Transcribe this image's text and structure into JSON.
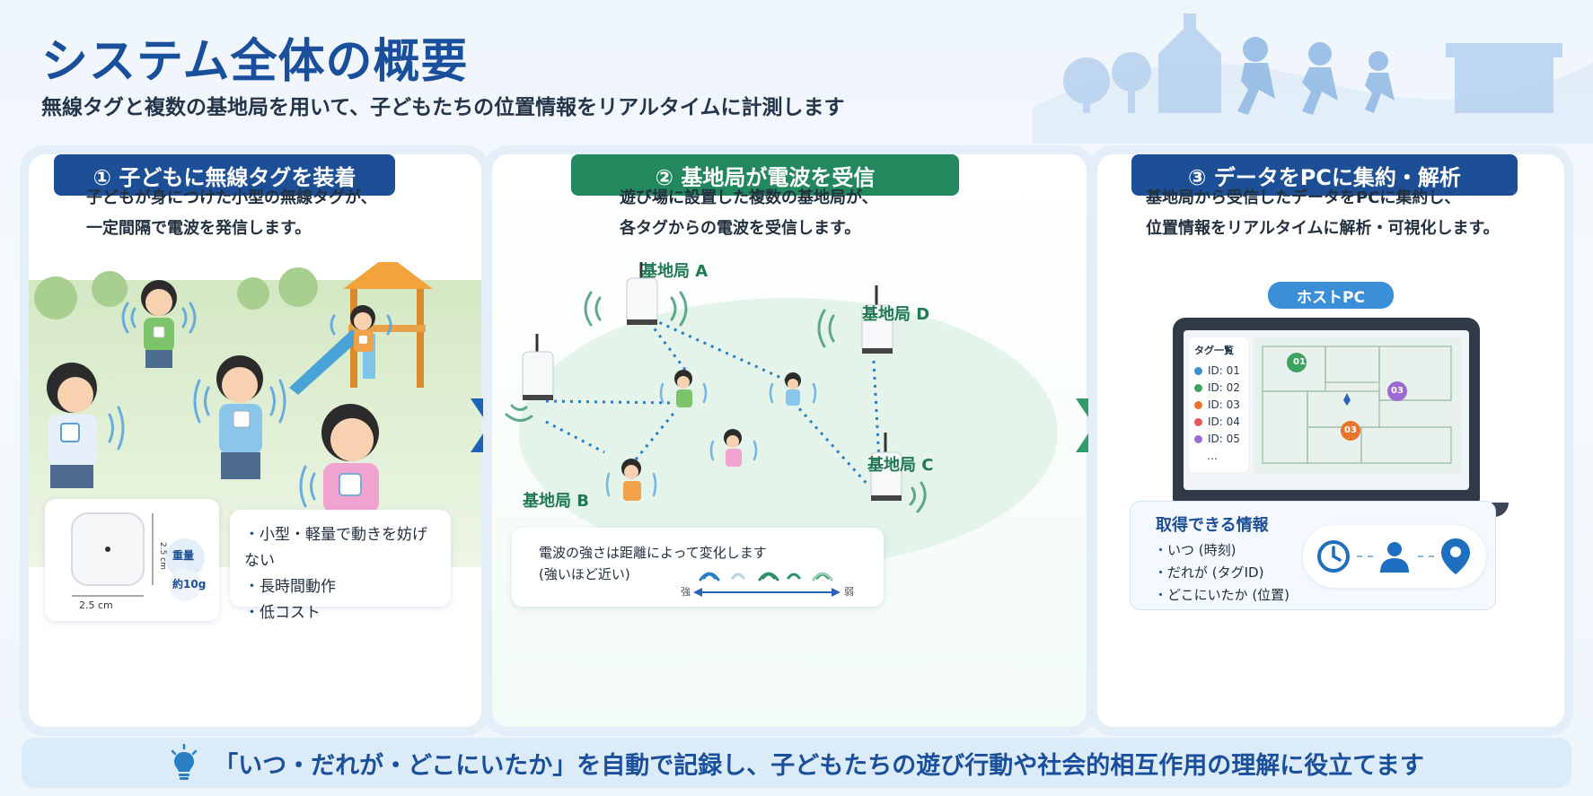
{
  "header": {
    "title": "システム全体の概要",
    "subtitle": "無線タグと複数の基地局を用いて、子どもたちの位置情報をリアルタイムに計測します"
  },
  "step1": {
    "title": "① 子どもに無線タグを装着",
    "desc_lines": [
      "子どもが身につけた小型の無線タグが、",
      "一定間隔で電波を発信します。"
    ],
    "tag_width": "2.5 cm",
    "tag_height": "2.5 cm",
    "weight_label": "重量",
    "weight_value": "約10g",
    "features": [
      "小型・軽量で動きを妨げない",
      "長時間動作",
      "低コスト"
    ]
  },
  "step2": {
    "title": "② 基地局が電波を受信",
    "desc_lines": [
      "遊び場に設置した複数の基地局が、",
      "各タグからの電波を受信します。"
    ],
    "stations": [
      "基地局 A",
      "基地局 B",
      "基地局 C",
      "基地局 D"
    ],
    "signal_note_lines": [
      "電波の強さは距離によって変化します",
      "(強いほど近い)"
    ],
    "strong_label": "強",
    "weak_label": "弱"
  },
  "step3": {
    "title": "③ データをPCに集約・解析",
    "desc_lines": [
      "基地局から受信したデータをPCに集約し、",
      "位置情報をリアルタイムに解析・可視化します。"
    ],
    "host_label": "ホストPC",
    "tag_list_title": "タグ一覧",
    "tags": [
      {
        "id": "ID: 01",
        "color": "#3a8fd0"
      },
      {
        "id": "ID: 02",
        "color": "#3aa35e"
      },
      {
        "id": "ID: 03",
        "color": "#e8742e"
      },
      {
        "id": "ID: 04",
        "color": "#e05a5a"
      },
      {
        "id": "ID: 05",
        "color": "#9b6bd1"
      }
    ],
    "tag_list_more": "…",
    "map_markers": [
      "01",
      "03",
      "03"
    ],
    "info_title": "取得できる情報",
    "info_items": [
      "いつ (時刻)",
      "だれが (タグID)",
      "どこにいたか (位置)"
    ]
  },
  "banner": {
    "text": "「いつ・だれが・どこにいたか」を自動で記録し、子どもたちの遊び行動や社会的相互作用の理解に役立てます"
  },
  "colors": {
    "primary_blue": "#1d4f96",
    "accent_green": "#22885e",
    "tag_green": "#3aa35e",
    "tag_orange": "#e8742e",
    "tag_purple": "#9b6bd1"
  }
}
